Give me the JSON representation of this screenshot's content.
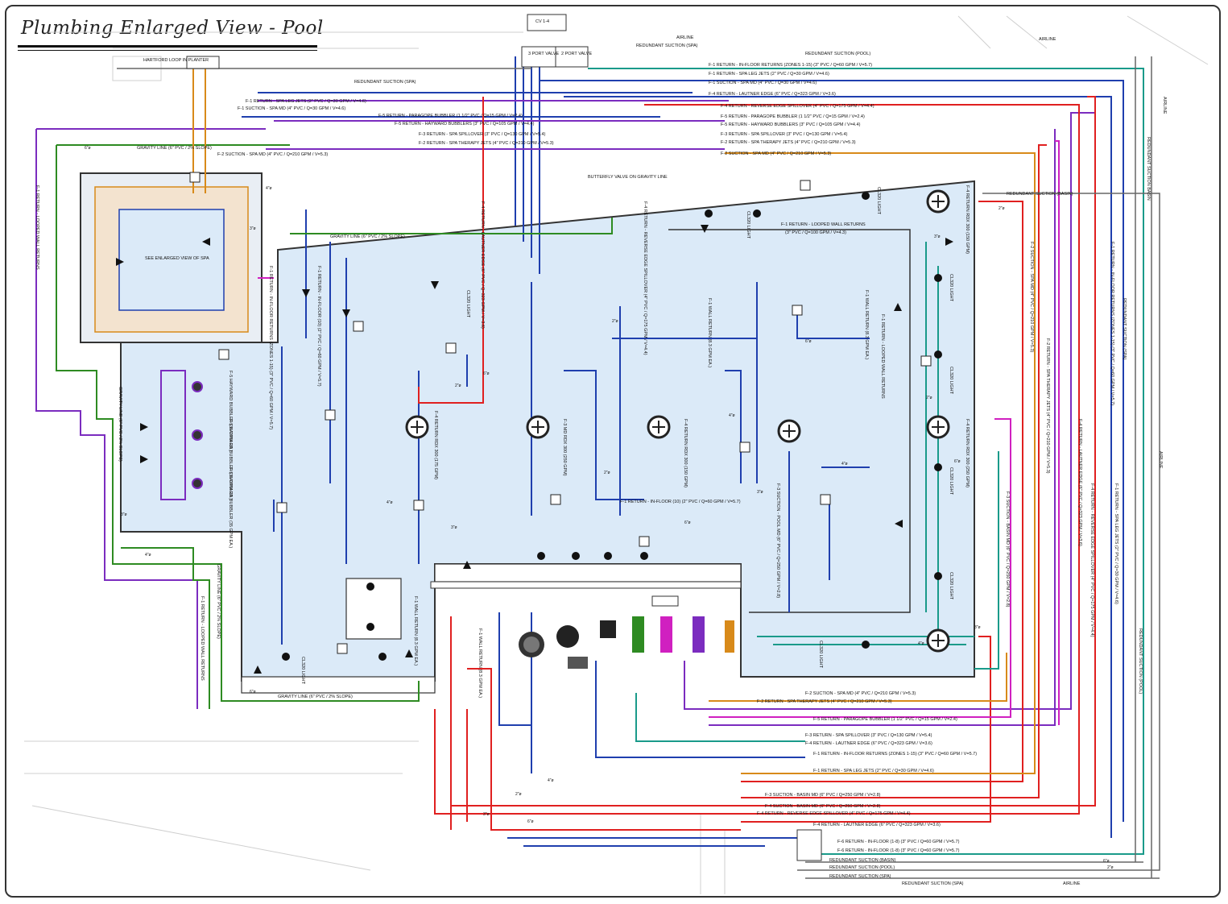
{
  "title": "Plumbing Enlarged View - Pool",
  "colors": {
    "water": "#dbeaf8",
    "spa_return": "#7b2cbf",
    "suction": "#1f3fae",
    "pool_return": "#e02020",
    "gravity": "#2e8b22",
    "basin": "#d88a1a",
    "teal": "#1a9a8a",
    "magenta": "#d020c0",
    "gray": "#666666"
  },
  "header_labels": {
    "airline_1": "AIRLINE",
    "airline_2": "AIRLINE",
    "redundant_spa": "REDUNDANT SUCTION (SPA)",
    "redundant_pool": "REDUNDANT SUCTION (POOL)",
    "hartford": "HARTFORD LOOP IN PLANTER",
    "cv": "CV 1-4"
  },
  "top_runs": [
    "F-1 RETURN - IN-FLOOR RETURNS (ZONES 1-15) (3\" PVC / Q=60 GPM / V=5.7)",
    "F-1 RETURN - SPA LEG JETS (2\" PVC / Q=30 GPM / V=4.6)",
    "F-1 SUCTION - SPA MD (4\" PVC / Q=30 GPM / V=4.6)",
    "F-4 RETURN - LAUTNER EDGE (6\" PVC / Q=323 GPM / V=3.6)",
    "F-4 RETURN - REVERSE EDGE SPILLOVER (4\" PVC / Q=175 GPM / V=4.4)",
    "F-5 RETURN - PARAGOPE BUBBLER (1 1/2\" PVC / Q=15 GPM / V=2.4)",
    "F-5 RETURN - HAYWARD BUBBLERS (3\" PVC / Q=105 GPM / V=4.4)",
    "F-3 RETURN - SPA SPILLOVER (3\" PVC / Q=130 GPM / V=5.4)",
    "F-2 RETURN - SPA THERAPY JETS (4\" PVC / Q=210 GPM / V=5.3)",
    "F-2 SUCTION - SPA MD (4\" PVC / Q=210 GPM / V=5.3)"
  ],
  "bottom_runs": [
    "F-2 SUCTION - SPA MD (4\" PVC / Q=210 GPM / V=5.3)",
    "F-2 RETURN - SPA THERAPY JETS (4\" PVC / Q=210 GPM / V=5.3)",
    "F-5 RETURN - PARAGOPE BUBBLER (1 1/2\" PVC / Q=15 GPM / V=2.4)",
    "F-3 RETURN - SPA SPILLOVER (3\" PVC / Q=130 GPM / V=5.4)",
    "F-4 RETURN - LAUTNER EDGE (6\" PVC / Q=323 GPM / V=3.6)",
    "F-1 RETURN - IN-FLOOR RETURNS (ZONES 1-15) (3\" PVC / Q=60 GPM / V=5.7)",
    "F-1 RETURN - SPA LEG JETS (2\" PVC / Q=30 GPM / V=4.6)",
    "F-3 SUCTION - BASIN MD (6\" PVC / Q=250 GPM / V=2.8)",
    "F-4 SUCTION - BASIN MD (6\" PVC / Q=250 GPM / V=2.8)",
    "F-4 RETURN - REVERSE EDGE SPILLOVER (4\" PVC / Q=175 GPM / V=4.4)",
    "F-4 RETURN - LAUTNER EDGE (6\" PVC / Q=323 GPM / V=3.6)",
    "F-6 RETURN - IN-FLOOR (1-8) (3\" PVC / Q=60 GPM / V=5.7)",
    "F-6 RETURN - IN-FLOOR (1-8) (3\" PVC / Q=60 GPM / V=5.7)",
    "REDUNDANT SUCTION (BASIN)",
    "REDUNDANT SUCTION (POOL)",
    "REDUNDANT SUCTION (SPA)",
    "AIRLINE"
  ],
  "interior_labels": {
    "gravity_top": "GRAVITY LINE (6\" PVC / 2% SLOPE)",
    "gravity_pool": "GRAVITY LINE (6\" PVC / 2% SLOPE)",
    "gravity_bottom": "GRAVITY LINE (6\" PVC / 2% SLOPE)",
    "gravity_left": "GRAVITY LINE (6\" PVC / 2% SLOPE)",
    "looped_wall": "F-1 RETURN - LOOPED WALL RETURNS",
    "looped_wall_flow": "(3\" PVC / Q=100 GPM / V=4.3)",
    "butterfly": "BUTTERFLY VALVE ON GRAVITY LINE",
    "see_enlarged": "SEE ENLARGED VIEW OF SPA",
    "inflr_return": "F-1 RETURN - IN-FLOOR (10) (2\" PVC / Q=60 GPM / V=5.7)",
    "suction_pool": "F-3 SUCTION - POOL MD (6\" PVC / Q=250 GPM / V=2.8)",
    "f4_return": "F-4 RETURN 6\" (175 GPM)",
    "redundant_basin": "REDUNDANT SUCTION (BASIN)",
    "redundant_basin_vert": "REDUNDANT SUCTION BASIN",
    "redundant_pool_vert": "REDUNDANT SUCTION (POOL)",
    "airline_vert": "AIRLINE"
  },
  "wall_returns": [
    "F-1 WALL RETURN (8.3 GPM EA.)",
    "F-1 WALL RETURN (8.3 GPM EA.)",
    "F-1 WALL RETURN (8.3 GPM EA.)",
    "F-1 WALL RETURN (8.3 GPM EA.)"
  ],
  "lights": [
    "CL320 LIGHT",
    "CL320 LIGHT",
    "CL320 LIGHT",
    "CL320 LIGHT",
    "CL320 LIGHT",
    "CL320 LIGHT",
    "CL320 LIGHT",
    "CL320 LIGHT",
    "CL320 LIGHT"
  ],
  "bubblers": [
    "F-5 HAYWARD BUBBLER (35 GPM EA.)",
    "F-5 HAYWARD BUBBLER (35 GPM EA.)",
    "F-5 HAYWARD BUBBLER (35 GPM EA.)"
  ],
  "drains": [
    "F-4 RETURN RDX 300 (150 GPM)",
    "F-4 RETURN RDX 300 (175 GPM)",
    "F-3 MD RDX 300 (250 GPM)",
    "F-4 RETURN RDX 300 (150 GPM)",
    "F-4 RETURN RDX 300 (250 GPM)"
  ],
  "sizes": [
    "6\"ø",
    "4\"ø",
    "3\"ø",
    "2\"ø"
  ],
  "valve_labels": {
    "three_port": "3 PORT VALVE",
    "two_port": "2 PORT VALVE"
  }
}
